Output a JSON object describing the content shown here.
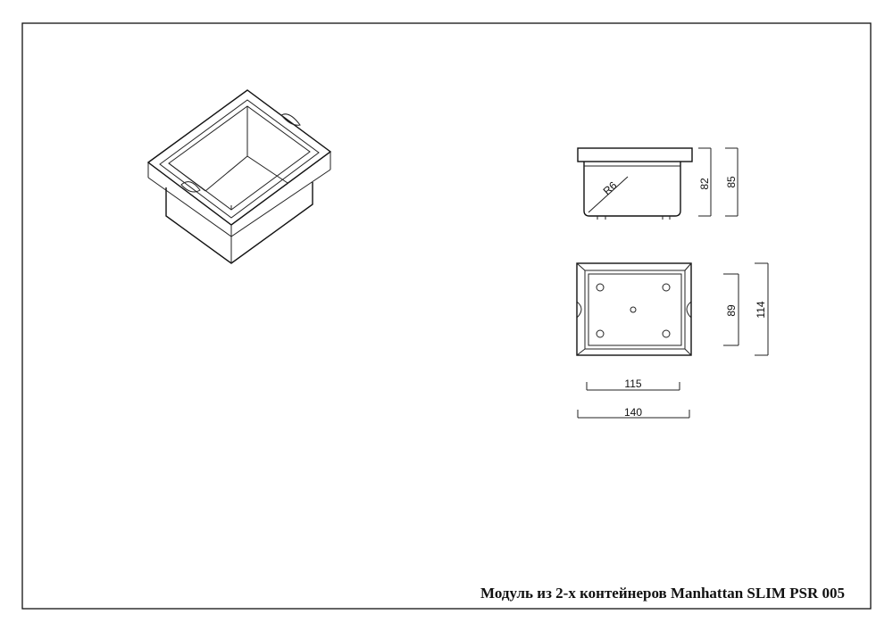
{
  "drawing": {
    "title": "Модуль из 2-х контейнеров Manhattan SLIM PSR 005",
    "dimensions": {
      "radius": "R6",
      "inner_height": "82",
      "outer_height": "85",
      "inner_depth": "89",
      "outer_depth": "114",
      "inner_width": "115",
      "outer_width": "140"
    }
  }
}
